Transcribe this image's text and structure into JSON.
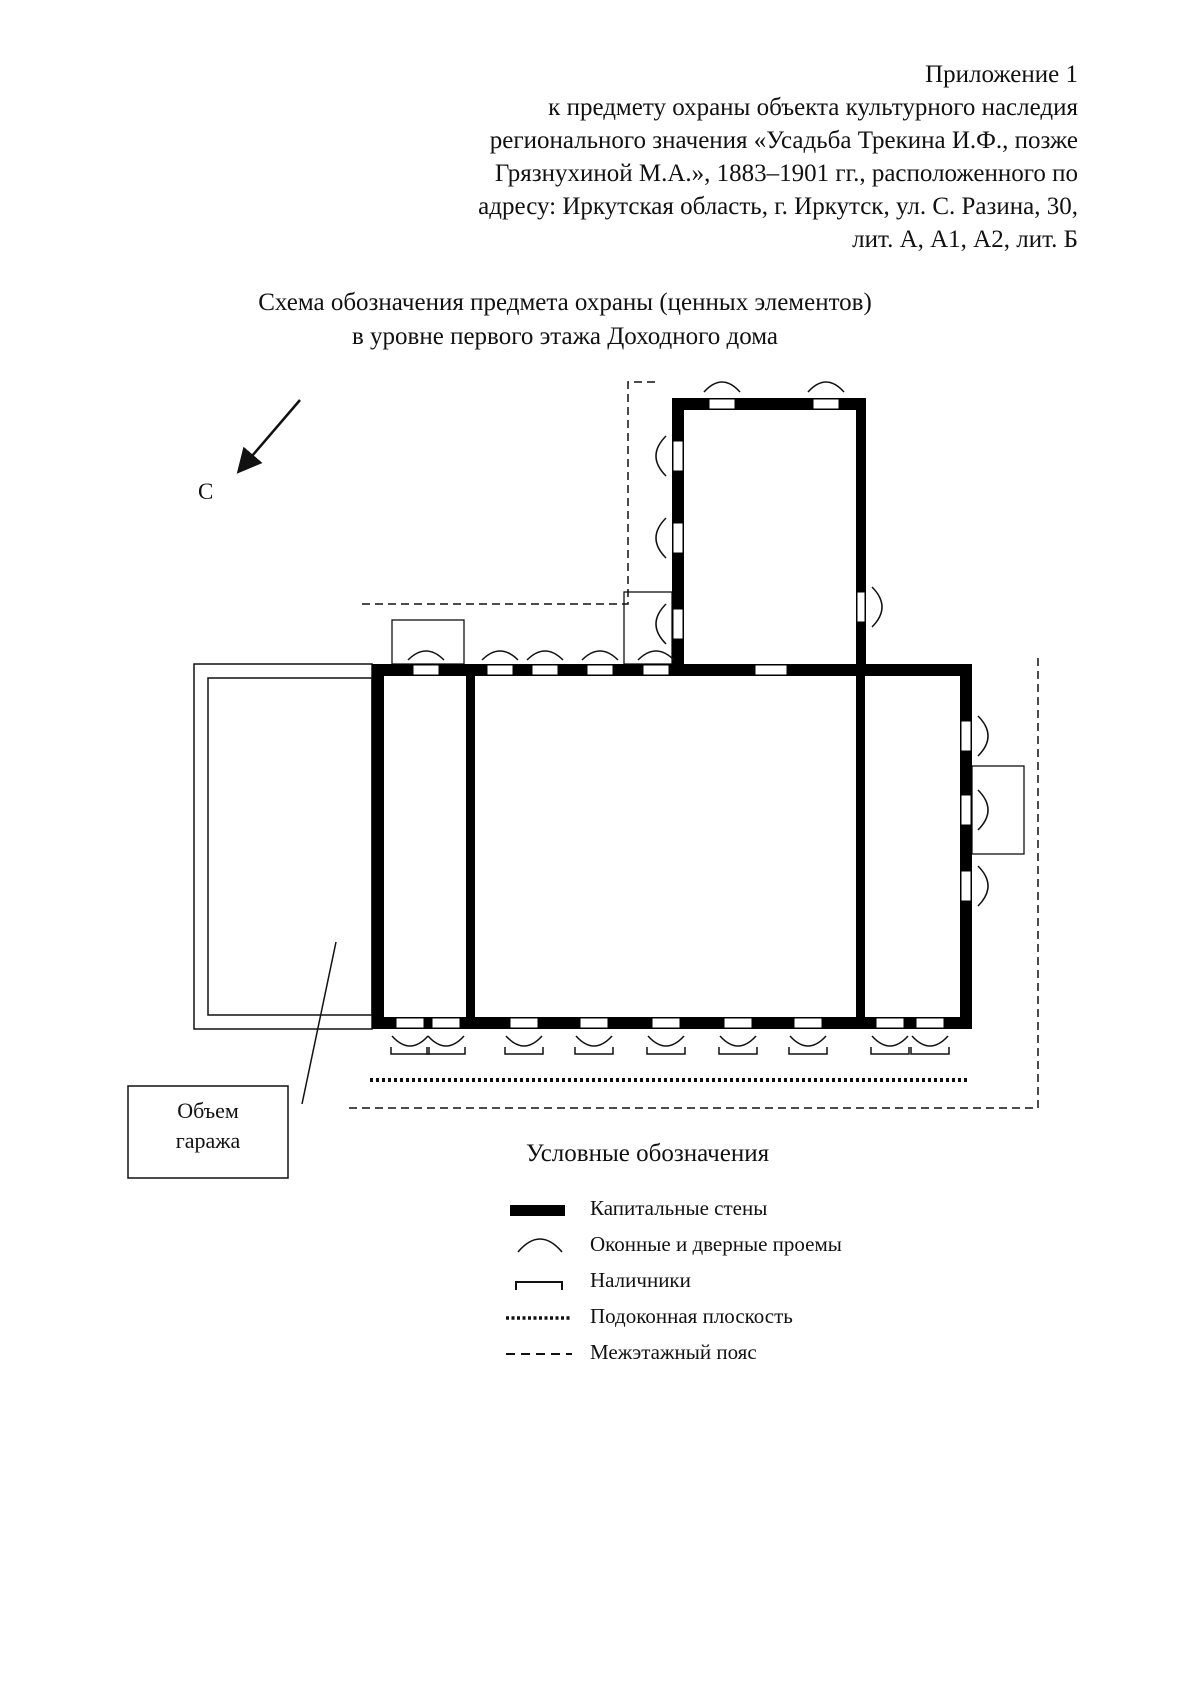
{
  "header": {
    "lines": [
      "Приложение 1",
      "к предмету охраны объекта культурного наследия",
      "регионального значения «Усадьба Трекина И.Ф., позже",
      "Грязнухиной М.А.», 1883–1901 гг., расположенного по",
      "адресу: Иркутская область, г. Иркутск, ул. С. Разина, 30,",
      "лит. А, А1, А2, лит. Б"
    ]
  },
  "title": {
    "lines": [
      "Схема обозначения предмета охраны (ценных элементов)",
      "в уровне первого этажа Доходного дома"
    ]
  },
  "plan": {
    "north_label": "С",
    "north_icon": "north-arrow-icon",
    "garage_label_lines": [
      "Объем",
      "гаража"
    ]
  },
  "legend": {
    "title": "Условные обозначения",
    "items": [
      {
        "icon": "thick-bar-icon",
        "label": "Капитальные стены"
      },
      {
        "icon": "arc-icon",
        "label": "Оконные и дверные проемы"
      },
      {
        "icon": "bracket-icon",
        "label": "Наличники"
      },
      {
        "icon": "dotted-line-icon",
        "label": "Подоконная плоскость"
      },
      {
        "icon": "dashed-line-icon",
        "label": "Межэтажный пояс"
      }
    ]
  }
}
